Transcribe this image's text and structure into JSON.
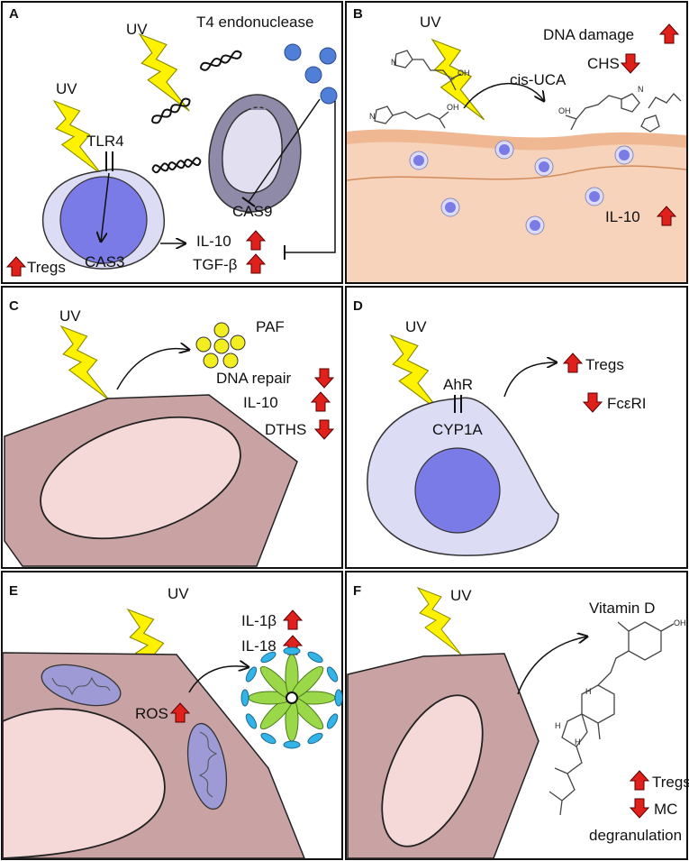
{
  "colors": {
    "uv_bolt": "#fff200",
    "up_arrow": "#e0201b",
    "cell_fill": "#dcdcf5",
    "nucleus_fill": "#7b7be8",
    "tissue": "#c9a3a3",
    "nucleus_light": "#f5d9d9",
    "skin": "#f4c9a9",
    "blue_dot": "#4f7fd6",
    "yellow_dot": "#f2ee20",
    "mito": "#9e9ad6",
    "inflam_green": "#9ad84a",
    "inflam_blue": "#33b3e6"
  },
  "panels": {
    "A": {
      "letter": "A",
      "uv1": "UV",
      "uv2": "UV",
      "t4": "T4 endonuclease",
      "tlr4": "TLR4",
      "cas3": "CAS3",
      "cas9": "CAS9",
      "il10": "IL-10",
      "tgfb": "TGF-β",
      "tregs": "Tregs"
    },
    "B": {
      "letter": "B",
      "uv": "UV",
      "dna_damage": "DNA damage",
      "chs": "CHS",
      "cis_uca": "cis-UCA",
      "il10": "IL-10",
      "oh1": "OH",
      "oh2": "OH",
      "oh3": "OH",
      "nh1": "N",
      "nh2": "N",
      "nh3": "N"
    },
    "C": {
      "letter": "C",
      "uv": "UV",
      "paf": "PAF",
      "dna_repair": "DNA repair",
      "il10": "IL-10",
      "dths": "DTHS"
    },
    "D": {
      "letter": "D",
      "uv": "UV",
      "ahr": "AhR",
      "cyp1a": "CYP1A",
      "tregs": "Tregs",
      "fceri": "FcεRI"
    },
    "E": {
      "letter": "E",
      "uv": "UV",
      "il1b": "IL-1β",
      "il18": "IL-18",
      "ros": "ROS"
    },
    "F": {
      "letter": "F",
      "uv": "UV",
      "vitd": "Vitamin D",
      "tregs": "Tregs",
      "mc": "MC",
      "degran": "degranulation",
      "oh": "OH",
      "h1": "H",
      "h2": "H",
      "h3": "H"
    }
  }
}
